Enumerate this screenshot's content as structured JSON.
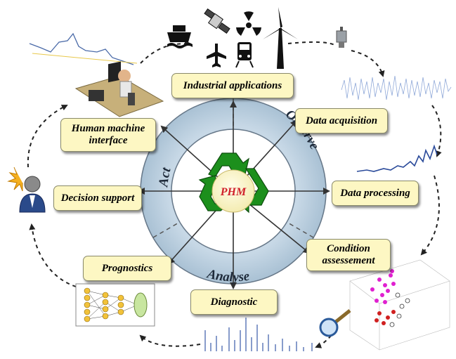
{
  "center": {
    "label": "PHM"
  },
  "ring": {
    "observe": "Observe",
    "analyse": "Analyse",
    "act": "Act"
  },
  "steps": {
    "industrial": "Industrial applications",
    "acquisition": "Data acquisition",
    "processing": "Data processing",
    "condition_1": "Condition",
    "condition_2": "assessement",
    "diagnostic": "Diagnostic",
    "prognostics": "Prognostics",
    "decision": "Decision support",
    "hmi_1": "Human machine",
    "hmi_2": "interface"
  },
  "icons": [
    "ship-icon",
    "satellite-icon",
    "radiation-icon",
    "wind-turbine-icon",
    "airplane-icon",
    "train-icon",
    "sensor-icon",
    "operator-workstation-icon",
    "user-alert-icon",
    "neural-network-icon",
    "magnifier-icon"
  ],
  "colors": {
    "ring": "#b9cedd",
    "box_fill": "#fdf7c3",
    "recycle": "#1c8f1c",
    "phm_text": "#d0202a",
    "signal": "#4a6aa8"
  }
}
